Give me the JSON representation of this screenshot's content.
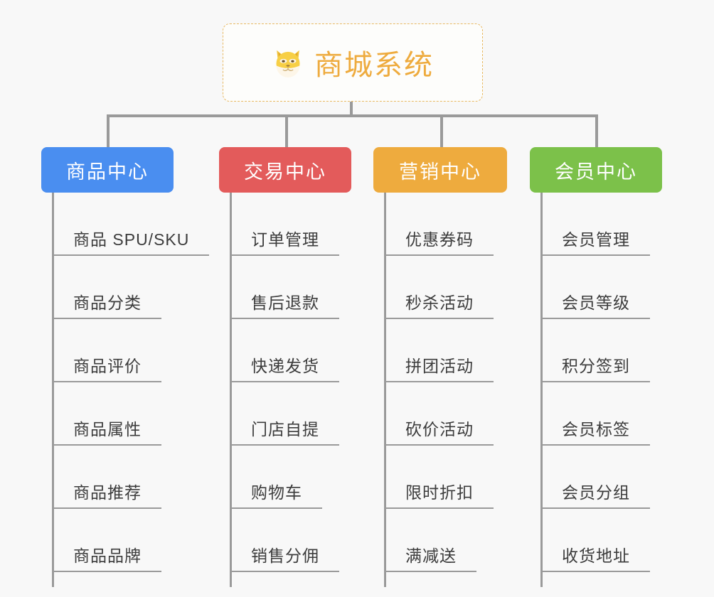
{
  "background_color": "#f8f8f8",
  "root": {
    "title": "商城系统",
    "icon": "shiba-dog-face-emoji",
    "text_color": "#eeab3e",
    "border_color": "#e8b962"
  },
  "connector_color": "#9a9a9a",
  "columns": [
    {
      "id": "product-center",
      "label": "商品中心",
      "color": "#4a8ef0",
      "items": [
        "商品 SPU/SKU",
        "商品分类",
        "商品评价",
        "商品属性",
        "商品推荐",
        "商品品牌"
      ]
    },
    {
      "id": "trade-center",
      "label": "交易中心",
      "color": "#e35b5b",
      "items": [
        "订单管理",
        "售后退款",
        "快递发货",
        "门店自提",
        "购物车",
        "销售分佣"
      ]
    },
    {
      "id": "marketing-center",
      "label": "营销中心",
      "color": "#eeab3e",
      "items": [
        "优惠券码",
        "秒杀活动",
        "拼团活动",
        "砍价活动",
        "限时折扣",
        "满减送"
      ]
    },
    {
      "id": "member-center",
      "label": "会员中心",
      "color": "#7cc14a",
      "items": [
        "会员管理",
        "会员等级",
        "积分签到",
        "会员标签",
        "会员分组",
        "收货地址"
      ]
    }
  ]
}
